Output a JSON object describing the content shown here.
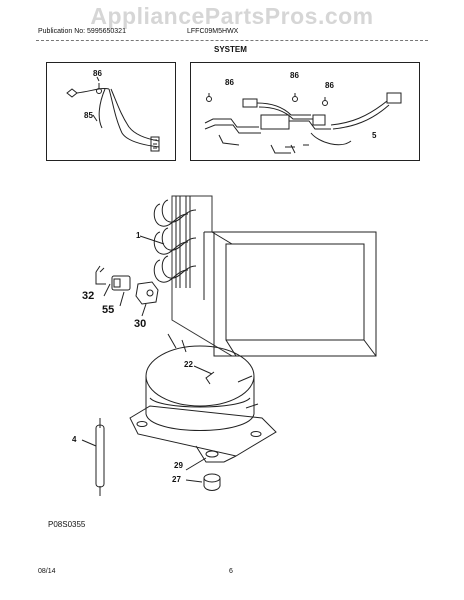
{
  "watermark": "AppliancePartsPros.com",
  "header": {
    "publication": "Publication No: 5995650321",
    "model": "LFFC09M5HWX",
    "section": "SYSTEM"
  },
  "callouts": {
    "box1_top": "86",
    "box1_bottom": "85",
    "box2_left": "86",
    "box2_mid": "86",
    "box2_right": "86",
    "box2_harness": "5",
    "condenser": "1",
    "relay_clip": "32",
    "relay": "55",
    "overload_cover": "30",
    "process_tube": "22",
    "drier": "4",
    "compressor": "29",
    "grommet": "27"
  },
  "drawing_code": "P08S0355",
  "footer": {
    "date": "08/14",
    "page": "6"
  }
}
